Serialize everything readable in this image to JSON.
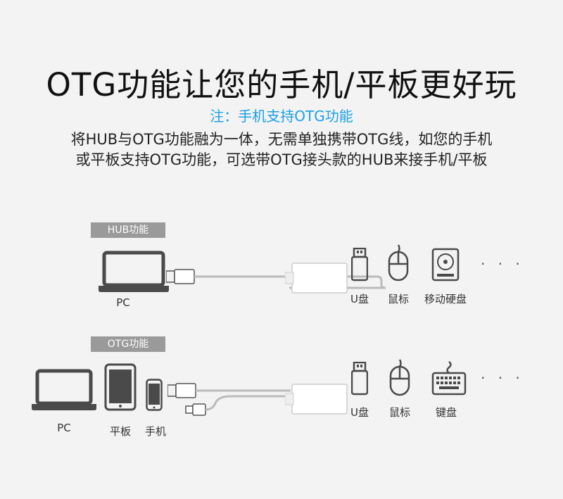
{
  "header": {
    "title": "OTG功能让您的手机/平板更好玩",
    "note": "注：手机支持OTG功能",
    "desc_line1": "将HUB与OTG功能融为一体，无需单独携带OTG线，如您的手机",
    "desc_line2": "或平板支持OTG功能，可选带OTG接头款的HUB来接手机/平板"
  },
  "hub_section": {
    "tag": "HUB功能",
    "source_label": "PC",
    "devices": [
      "U盘",
      "鼠标",
      "移动硬盘"
    ],
    "more": "· · ·"
  },
  "otg_section": {
    "tag": "OTG功能",
    "source_labels": [
      "PC",
      "平板",
      "手机"
    ],
    "devices": [
      "U盘",
      "鼠标",
      "键盘"
    ],
    "more": "· · ·"
  },
  "colors": {
    "background": "#f3f3f3",
    "note_blue": "#1da0e8",
    "tag_gray": "#9a9a9a",
    "line_gray": "#4a4a4a"
  },
  "icons": [
    "laptop-icon",
    "usb-plug-icon",
    "hub-icon",
    "usb-drive-icon",
    "mouse-icon",
    "hard-disk-icon",
    "keyboard-icon",
    "tablet-icon",
    "phone-icon"
  ]
}
